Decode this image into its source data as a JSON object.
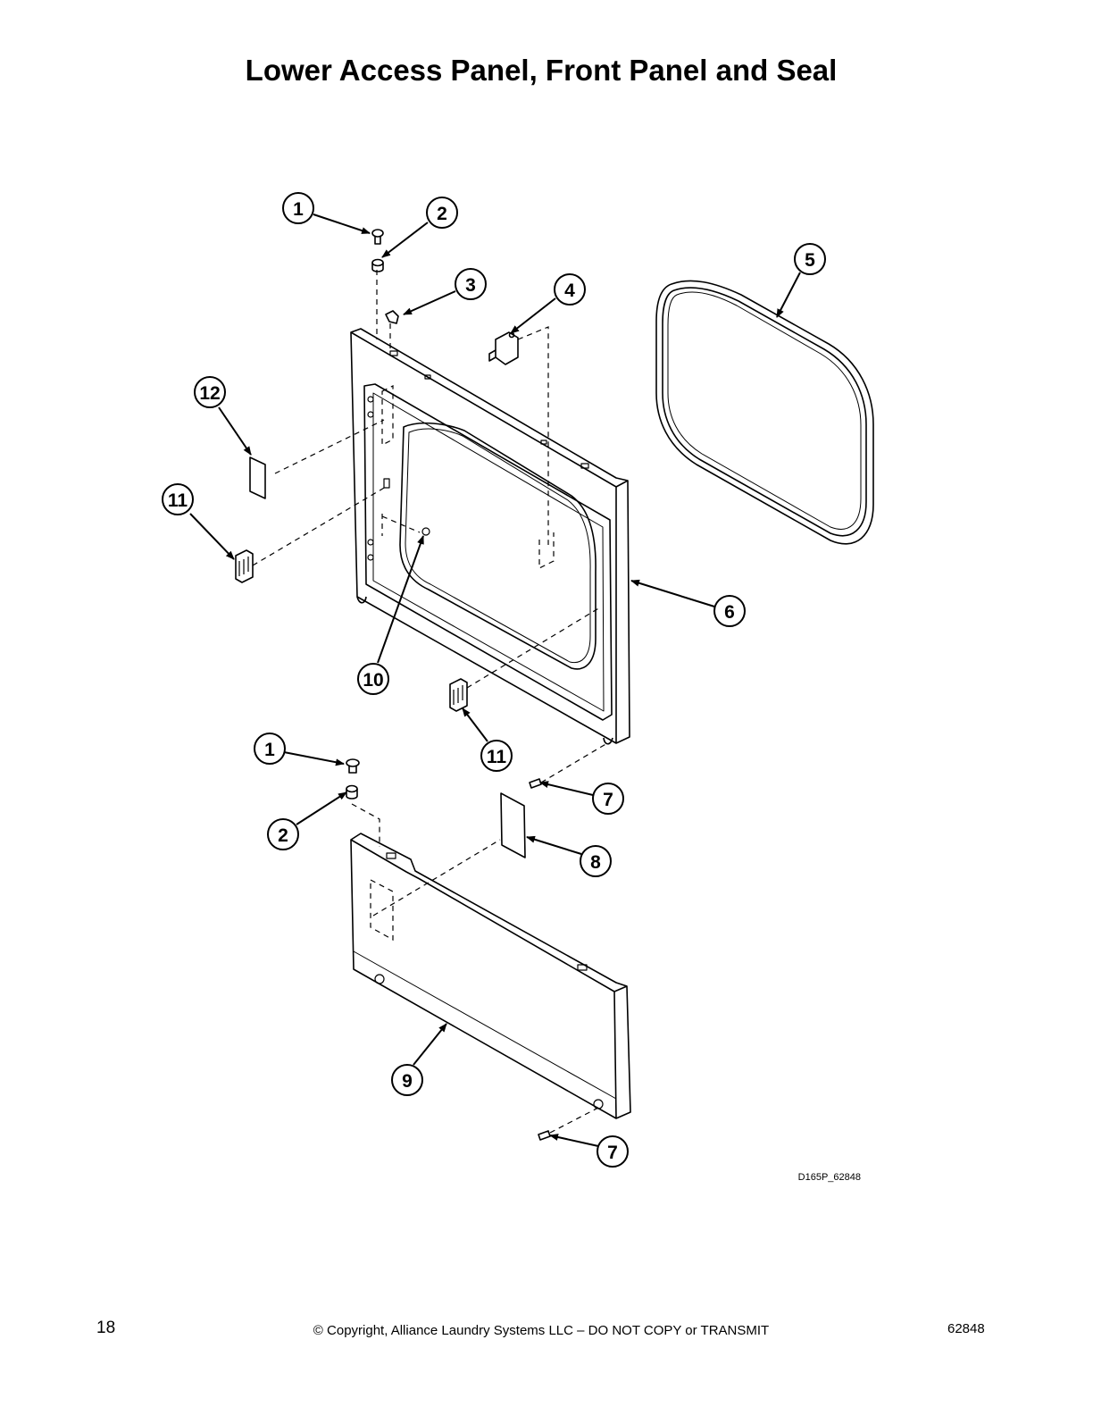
{
  "title": "Lower Access Panel, Front Panel and Seal",
  "diagram": {
    "reference_code": "D165P_62848",
    "callouts": [
      {
        "id": "c1a",
        "label": "1"
      },
      {
        "id": "c2a",
        "label": "2"
      },
      {
        "id": "c3",
        "label": "3"
      },
      {
        "id": "c4",
        "label": "4"
      },
      {
        "id": "c5",
        "label": "5"
      },
      {
        "id": "c6",
        "label": "6"
      },
      {
        "id": "c12",
        "label": "12"
      },
      {
        "id": "c11a",
        "label": "11"
      },
      {
        "id": "c10",
        "label": "10"
      },
      {
        "id": "c11b",
        "label": "11"
      },
      {
        "id": "c1b",
        "label": "1"
      },
      {
        "id": "c2b",
        "label": "2"
      },
      {
        "id": "c7a",
        "label": "7"
      },
      {
        "id": "c8",
        "label": "8"
      },
      {
        "id": "c9",
        "label": "9"
      },
      {
        "id": "c7b",
        "label": "7"
      }
    ]
  },
  "footer": {
    "page_number": "18",
    "copyright": "© Copyright, Alliance Laundry Systems LLC – DO NOT COPY or TRANSMIT",
    "doc_number": "62848"
  }
}
